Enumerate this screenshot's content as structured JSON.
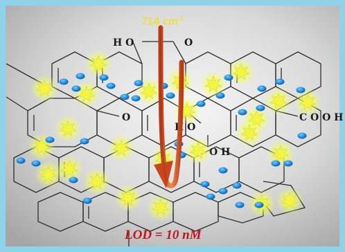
{
  "colors": {
    "frame": "#8fd3ea",
    "panel_center": "#f4f4f4",
    "panel_edge": "#a9a9a9",
    "bond": "#2c2c2c",
    "star_fill": "#f2f542",
    "star_glow": "#f7ff7a",
    "dot": "#1f8fe0",
    "arrow": "#d4542a",
    "annotation": "#f5e000",
    "lod_text": "#c0151b"
  },
  "annotation": {
    "wavenumber": "714 cm",
    "wavenumber_exp": "-1"
  },
  "groups": {
    "ho_top": "H O",
    "o_top": "O",
    "o_left": "O",
    "ho_mid": "H O",
    "oh_mid": "O H",
    "cooh": "C O O H"
  },
  "lod": "LOD = 10 nM",
  "icons": {
    "star": "star-icon",
    "dot": "particle-dot-icon",
    "arrow": "raman-arrow-icon"
  }
}
